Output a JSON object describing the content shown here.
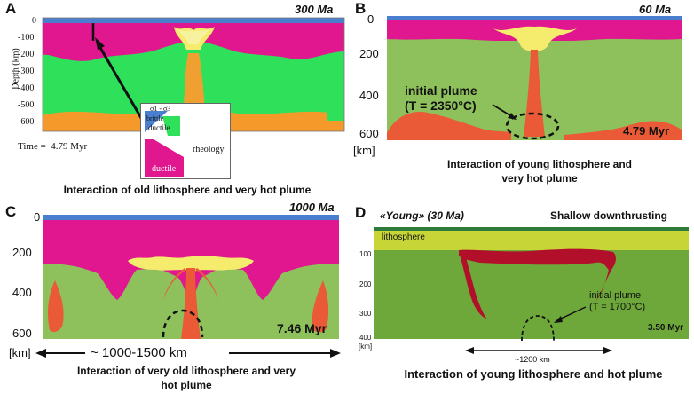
{
  "panels": {
    "a": {
      "label": "A",
      "age": "300 Ma",
      "y_axis_title": "Depth (km)",
      "y_ticks": [
        "-100",
        "-200",
        "-300",
        "-400",
        "-500",
        "-600"
      ],
      "top_tick": "0",
      "time_text": "Time =  4.79 Myr",
      "legend": {
        "header": "σ1 - σ3",
        "brittle": "brittle",
        "ductile_top": "ductile",
        "ductile": "ductile",
        "rheology": "rheology"
      },
      "caption": "Interaction of old lithosphere and very hot plume"
    },
    "b": {
      "label": "B",
      "age": "60 Ma",
      "y_ticks": [
        "0",
        "200",
        "400",
        "600"
      ],
      "unit": "[km]",
      "plume_label_line1": "initial plume",
      "plume_label_line2": "(T = 2350°C)",
      "time": "4.79 Myr",
      "caption_line1": "Interaction of young lithosphere and",
      "caption_line2": "very hot plume"
    },
    "c": {
      "label": "C",
      "age": "1000 Ma",
      "y_ticks": [
        "0",
        "200",
        "400",
        "600"
      ],
      "unit": "[km]",
      "time": "7.46 Myr",
      "width_label": "~ 1000-1500 km",
      "caption_line1": "Interaction of very old lithosphere and very",
      "caption_line2": "hot plume"
    },
    "d": {
      "label": "D",
      "age": "«Young» (30 Ma)",
      "title": "Shallow downthrusting",
      "lithosphere_label": "lithosphere",
      "y_ticks": [
        "100",
        "200",
        "300",
        "400"
      ],
      "unit": "[km]",
      "plume_label_line1": "initial plume",
      "plume_label_line2": "(T = 1700°C)",
      "time": "3.50 Myr",
      "width_label": "~1200 km",
      "caption": "Interaction of young lithosphere and hot plume"
    }
  },
  "colors": {
    "crust_blue": "#4a7fd0",
    "lithosphere_magenta": "#e0178e",
    "mantle_green_bright": "#2ee05a",
    "mantle_green": "#8ec05c",
    "plume_yellow": "#f5ec6e",
    "plume_orange": "#f0a030",
    "plume_red": "#ea5a36",
    "deep_orange": "#f59a2a",
    "d_lithosphere": "#c7d636",
    "d_mantle": "#6ea83a",
    "d_plume": "#b2102a"
  }
}
